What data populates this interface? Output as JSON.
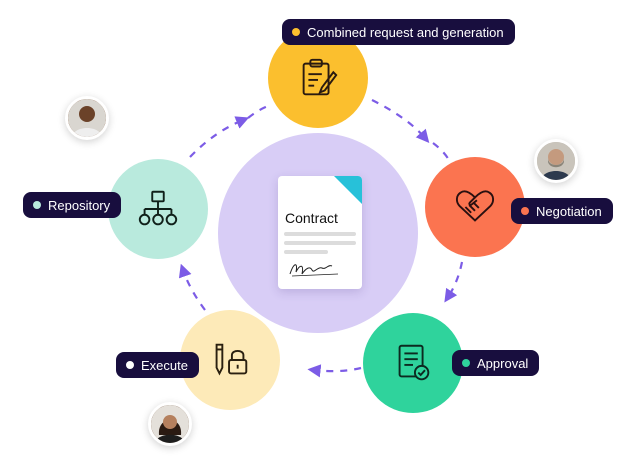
{
  "center": {
    "document_title": "Contract"
  },
  "stages": [
    {
      "id": "request",
      "label": "Combined request and generation",
      "dot_color": "#fbbf2e",
      "circle_color": "#fbbf2e",
      "icon": "clipboard-edit-icon"
    },
    {
      "id": "negotiation",
      "label": "Negotiation",
      "dot_color": "#fb7450",
      "circle_color": "#fb7450",
      "icon": "handshake-icon"
    },
    {
      "id": "approval",
      "label": "Approval",
      "dot_color": "#2fd39c",
      "circle_color": "#2fd39c",
      "icon": "approved-document-icon"
    },
    {
      "id": "execute",
      "label": "Execute",
      "dot_color": "#ffffff",
      "circle_color": "#fdeab8",
      "icon": "pen-lock-icon"
    },
    {
      "id": "repository",
      "label": "Repository",
      "dot_color": "#b9eadd",
      "circle_color": "#b9eadd",
      "icon": "hierarchy-icon"
    }
  ],
  "colors": {
    "label_background": "#180e3e",
    "arrows": "#7c5ce6",
    "center": "#d8cdf6",
    "doc_corner": "#27c1d9"
  }
}
